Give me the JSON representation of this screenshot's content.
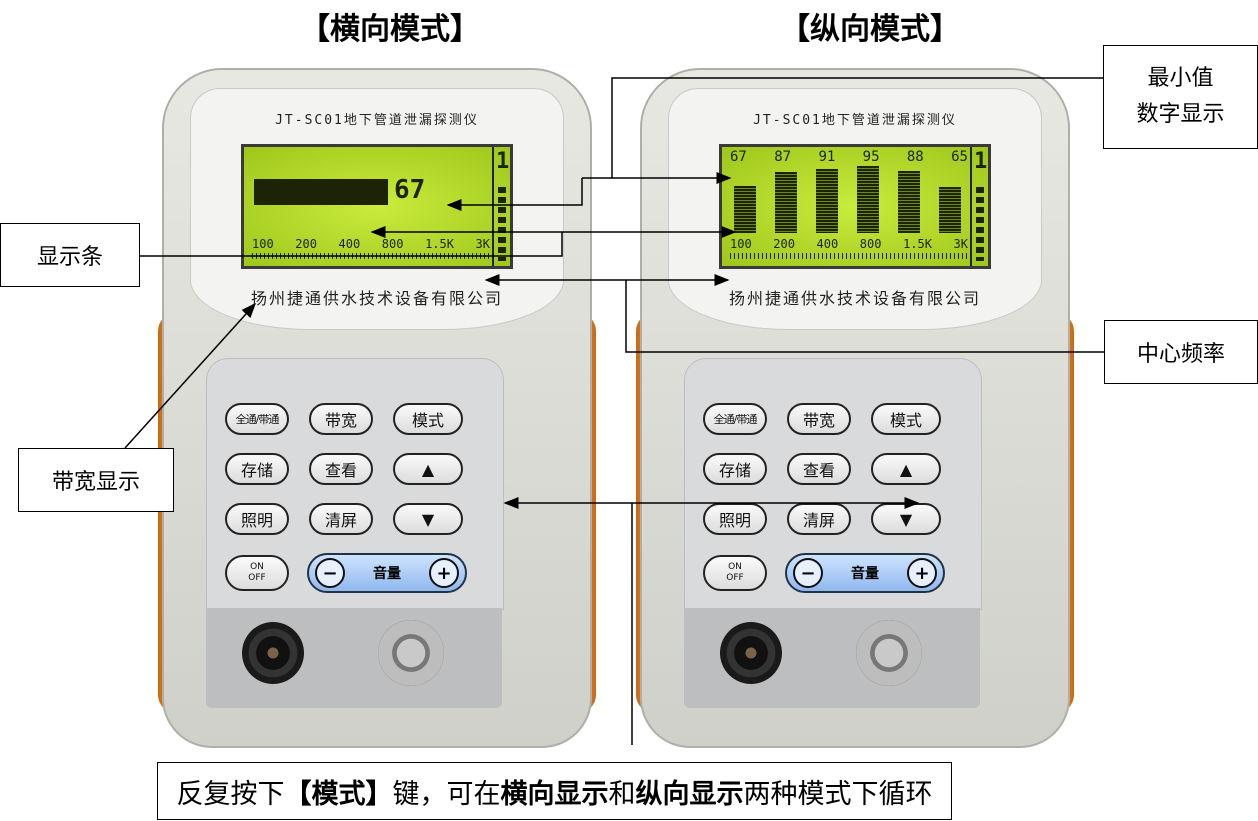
{
  "titles": {
    "horizontal": "【横向模式】",
    "vertical": "【纵向模式】"
  },
  "device": {
    "model": "JT-SC01地下管道泄漏探测仪",
    "company": "扬州捷通供水技术设备有限公司",
    "keys": {
      "all_band": "全通/带通",
      "bandwidth": "带宽",
      "mode": "模式",
      "store": "存储",
      "view": "查看",
      "up": "▲",
      "light": "照明",
      "clear": "清屏",
      "down": "▼",
      "power_on": "ON",
      "power_off": "OFF",
      "minus": "−",
      "volume": "音量",
      "plus": "+"
    }
  },
  "lcd": {
    "freq_labels": [
      "100",
      "200",
      "400",
      "800",
      "1.5K",
      "3K"
    ],
    "indicator": "1",
    "horizontal_value": "67",
    "horizontal_bar_fraction": 0.67,
    "vertical_values": [
      "67",
      "87",
      "91",
      "95",
      "88",
      "65"
    ],
    "vertical_bar_fractions": [
      0.67,
      0.87,
      0.91,
      0.95,
      0.88,
      0.65
    ]
  },
  "callouts": {
    "min_value_line1": "最小值",
    "min_value_line2": "数字显示",
    "display_bar": "显示条",
    "center_freq": "中心频率",
    "bandwidth_display": "带宽显示"
  },
  "note": {
    "p1": "反复按下",
    "p2": "【模式】",
    "p3": "键，可在",
    "p4": "横向显示",
    "p5": "和",
    "p6": "纵向显示",
    "p7": "两种模式下循环"
  }
}
